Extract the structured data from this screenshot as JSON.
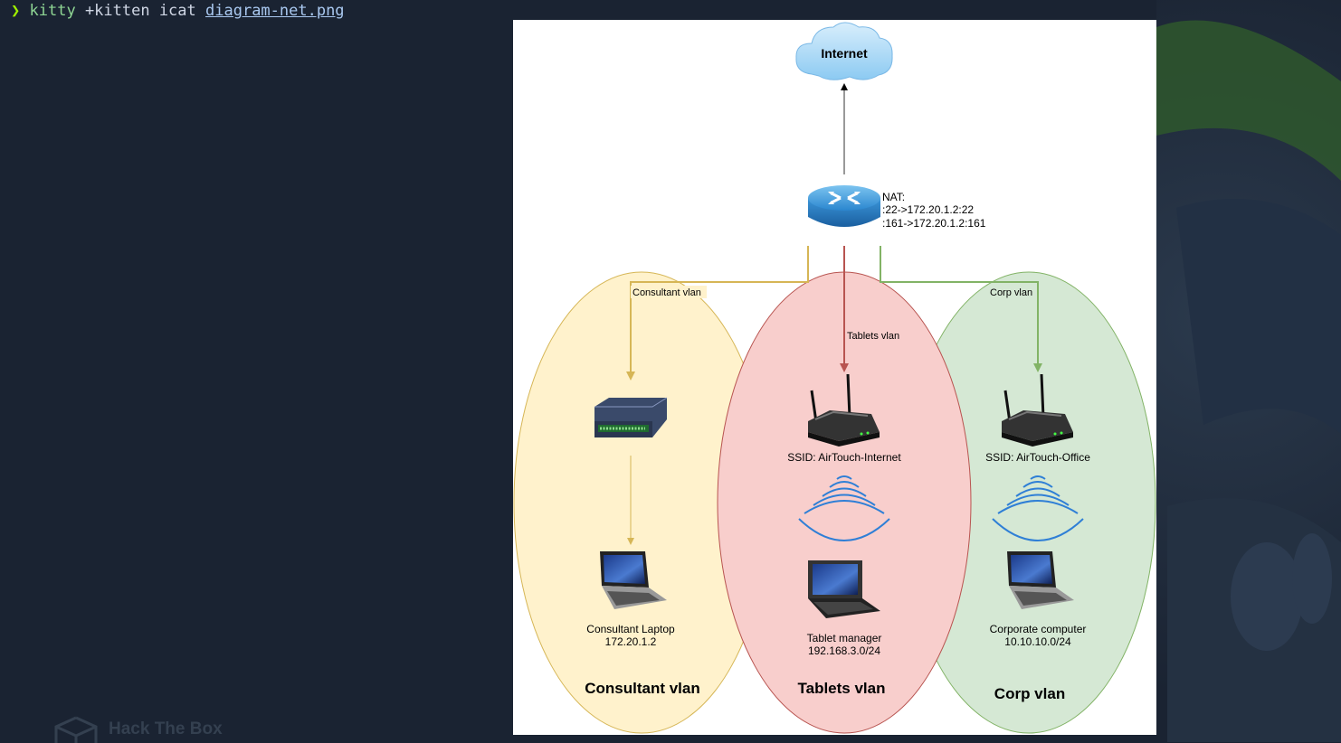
{
  "terminal": {
    "prompt_symbol": "❯",
    "command": "kitty",
    "args": "+kitten icat",
    "filename": "diagram-net.png"
  },
  "watermark": {
    "text": "Hack The Box"
  },
  "diagram": {
    "internet_label": "Internet",
    "nat": {
      "title": "NAT:",
      "rule1": ":22->172.20.1.2:22",
      "rule2": ":161->172.20.1.2:161"
    },
    "edge_labels": {
      "consultant": "Consultant vlan",
      "tablets": "Tablets vlan",
      "corp": "Corp vlan"
    },
    "consultant": {
      "device_label": "Consultant Laptop",
      "device_ip": "172.20.1.2",
      "zone_title": "Consultant vlan",
      "color": "#fff2cc",
      "stroke": "#d6b656"
    },
    "tablets": {
      "ssid": "SSID: AirTouch-Internet",
      "device_label": "Tablet manager",
      "device_ip": "192.168.3.0/24",
      "zone_title": "Tablets vlan",
      "color": "#f8cecc",
      "stroke": "#b85450"
    },
    "corp": {
      "ssid": "SSID: AirTouch-Office",
      "device_label": "Corporate computer",
      "device_ip": "10.10.10.0/24",
      "zone_title": "Corp vlan",
      "color": "#d5e8d4",
      "stroke": "#82b366"
    }
  }
}
